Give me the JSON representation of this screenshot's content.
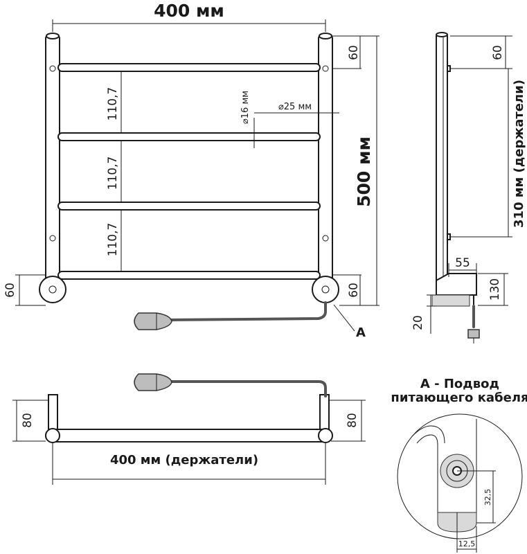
{
  "front": {
    "width_label": "400 мм",
    "height_label": "500 мм",
    "top_offset": "60",
    "bottom_offset_right": "60",
    "bottom_offset_left": "60",
    "spacing_1": "110,7",
    "spacing_2": "110,7",
    "spacing_3": "110,7",
    "rail_diameter": "⌀16 мм",
    "post_diameter": "⌀25 мм",
    "callout_letter": "A"
  },
  "side": {
    "top_offset": "60",
    "holder_distance": "310 мм (держатели)",
    "depth": "55",
    "lower_height": "130",
    "bottom_offset": "20"
  },
  "top_view": {
    "left_height": "80",
    "right_height": "80",
    "holders_width": "400 мм (держатели)"
  },
  "detail": {
    "title_line1": "А - Подвод",
    "title_line2": "питающего кабеля",
    "vertical_dim": "32,5",
    "horizontal_dim": "12,5"
  }
}
